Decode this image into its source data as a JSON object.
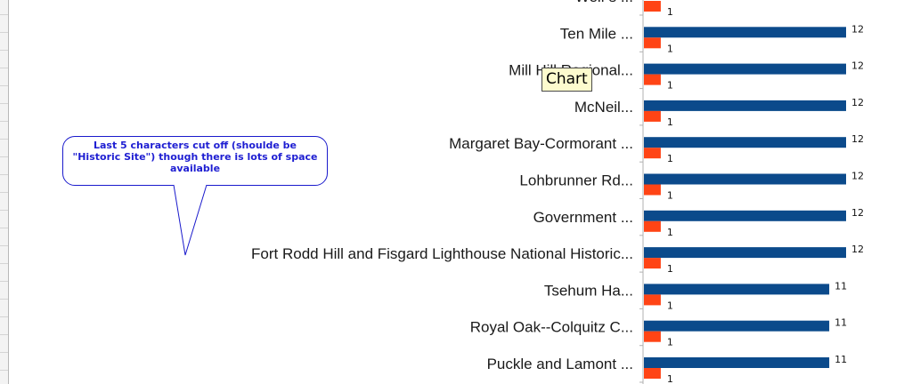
{
  "chart_data": {
    "type": "bar",
    "orientation": "horizontal",
    "categories": [
      "Weir's ...",
      "Ten Mile ...",
      "Mill Hill Regional...",
      "McNeil...",
      "Margaret Bay-Cormorant ...",
      "Lohbrunner Rd...",
      "Government ...",
      "Fort Rodd Hill and Fisgard Lighthouse National Historic...",
      "Tsehum Ha...",
      "Royal Oak--Colquitz C...",
      "Puckle and Lamont ..."
    ],
    "series": [
      {
        "color": "#0b4a8b",
        "values": [
          null,
          12,
          12,
          12,
          12,
          12,
          12,
          12,
          11,
          11,
          11
        ]
      },
      {
        "color": "#ff4415",
        "values": [
          1,
          1,
          1,
          1,
          1,
          1,
          1,
          1,
          1,
          1,
          1
        ]
      }
    ],
    "grid": false,
    "legend": "none"
  },
  "callout": {
    "text": "Last 5 characters cut off (shoulde be \"Historic Site\") though there is lots of space available",
    "color": "#1e1ed2"
  },
  "tooltip": {
    "text": "Chart"
  }
}
